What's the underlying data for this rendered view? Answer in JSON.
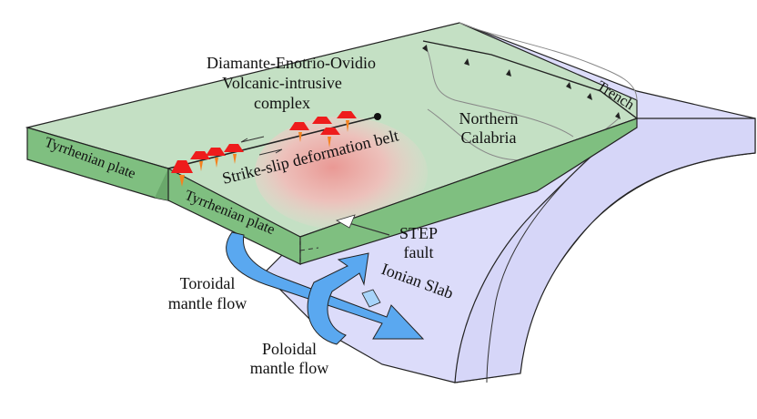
{
  "labels": {
    "volcanic_complex": [
      "Diamante-Enotrio-Ovidio",
      "Volcanic-intrusive",
      "complex"
    ],
    "northern_calabria": [
      "Northern",
      "Calabria"
    ],
    "trench": "Trench",
    "tyrrhenian_plate_back": "Tyrrhenian plate",
    "tyrrhenian_plate_front": "Tyrrhenian plate",
    "strike_slip_belt": "Strike-slip deformation belt",
    "step_fault": [
      "STEP",
      "fault"
    ],
    "ionian_slab": "Ionian Slab",
    "toroidal_flow": [
      "Toroidal",
      "mantle flow"
    ],
    "poloidal_flow": [
      "Poloidal",
      "mantle flow"
    ]
  },
  "colors": {
    "plate_top": "#c4e0c4",
    "plate_side": "#7fbf80",
    "slab": "#dcdcfa",
    "flow_arrow": "#5aa8f0",
    "flow_arrow_light": "#a8d4fa",
    "volcano": "#ee1c1c",
    "magma": "#f5821f",
    "deformation_zone": "#f7b8b8",
    "outline": "#222222"
  }
}
